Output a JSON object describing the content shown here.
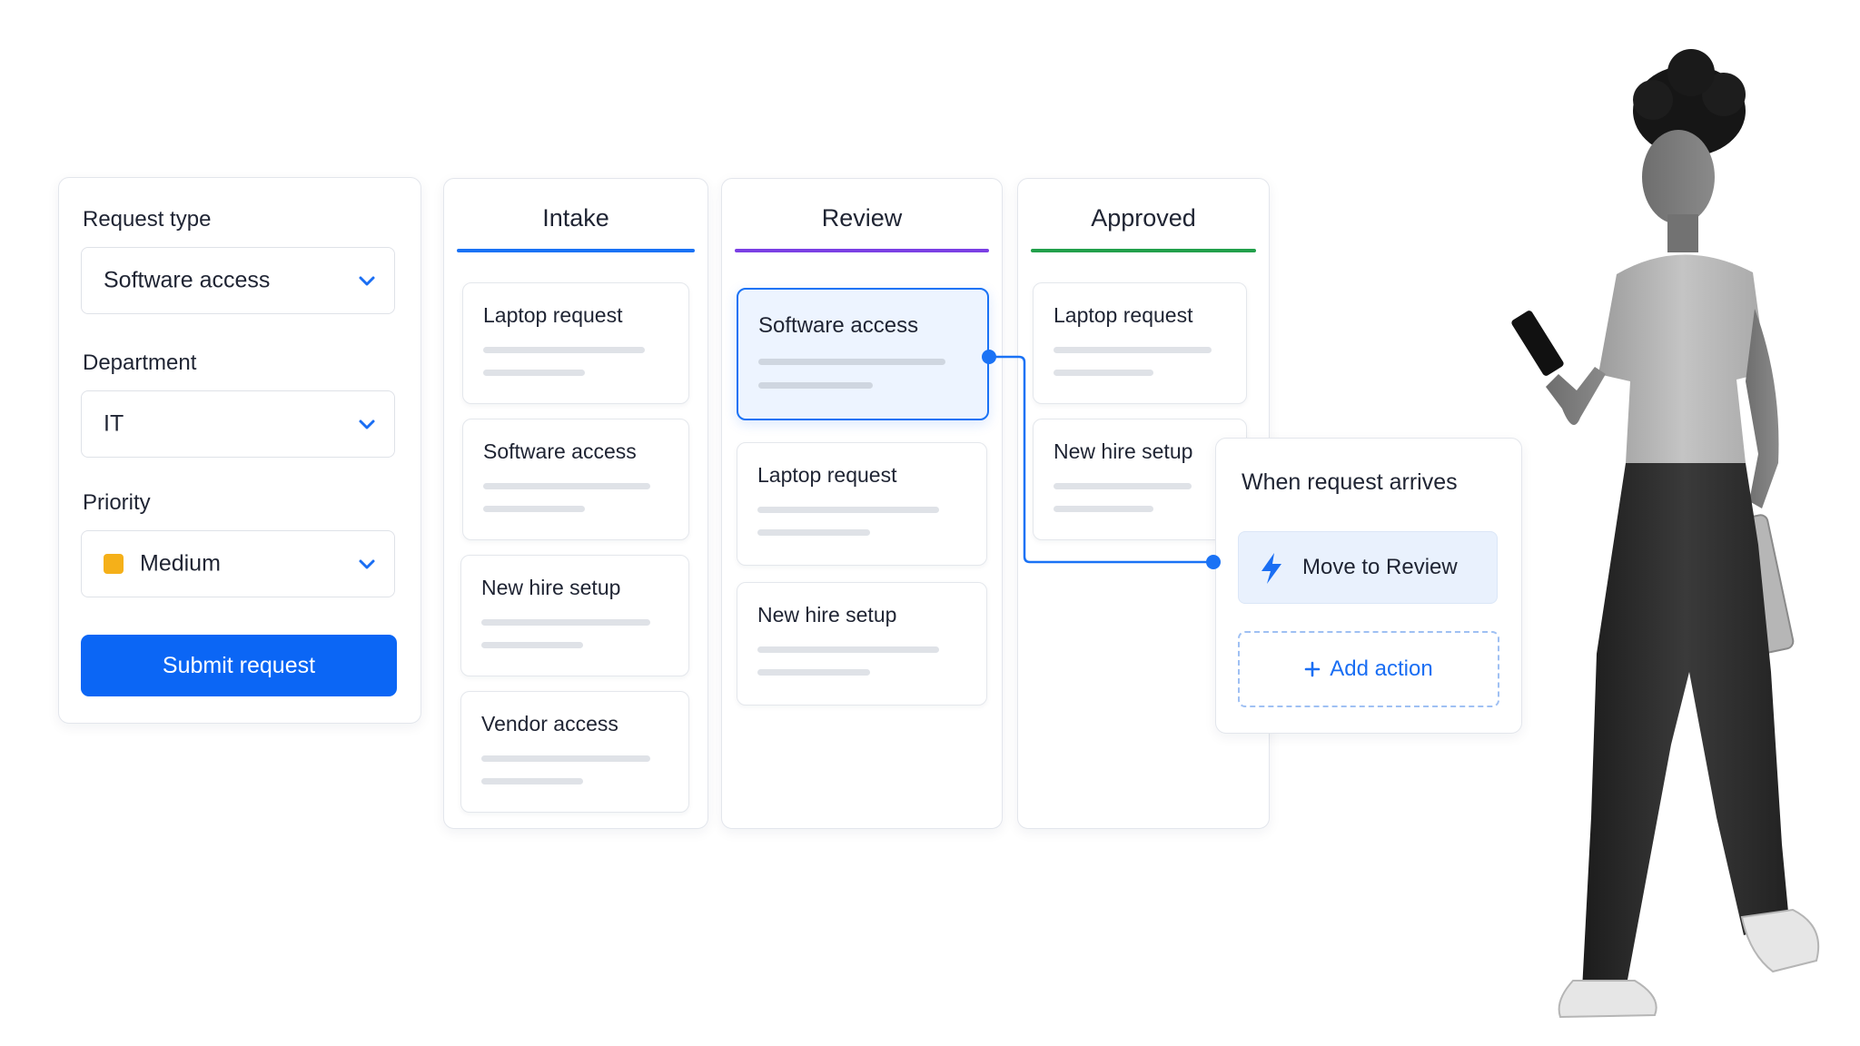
{
  "form": {
    "request_type_label": "Request type",
    "request_type_value": "Software access",
    "department_label": "Department",
    "department_value": "IT",
    "priority_label": "Priority",
    "priority_value": "Medium",
    "priority_color": "#f5b019",
    "submit_label": "Submit request"
  },
  "columns": [
    {
      "title": "Intake",
      "accent": "#1a72f5",
      "cards": [
        "Laptop request",
        "Software access",
        "New hire setup",
        "Vendor access"
      ]
    },
    {
      "title": "Review",
      "accent": "#7b3fe4",
      "cards": [
        "Software access",
        "Laptop request",
        "New hire setup"
      ]
    },
    {
      "title": "Approved",
      "accent": "#22a04b",
      "cards": [
        "Laptop request",
        "New hire setup"
      ]
    }
  ],
  "automation": {
    "title": "When request arrives",
    "action_label": "Move to Review",
    "action_icon": "lightning-bolt-icon",
    "add_label": "Add action",
    "add_icon": "plus-icon"
  },
  "colors": {
    "primary": "#0b66f5",
    "accent_blue": "#1a72f5"
  }
}
